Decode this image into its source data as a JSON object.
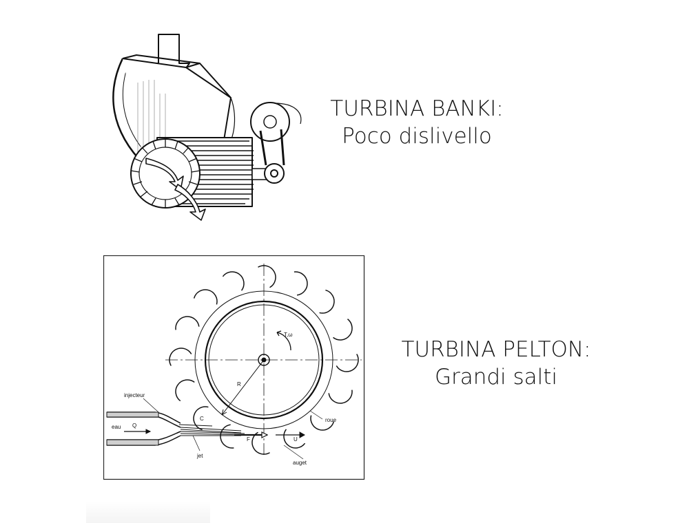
{
  "banki": {
    "title": "TURBINA BANKI:",
    "subtitle": "Poco dislivello"
  },
  "pelton": {
    "title": "TURBINA PELTON:",
    "subtitle": "Grandi salti",
    "labels": {
      "injecteur": "injecteur",
      "eau": "eau",
      "q": "Q",
      "c": "C",
      "f": "F",
      "u": "U",
      "r": "R",
      "torque": "T,ω",
      "roue": "roue",
      "jet": "jet",
      "auget": "auget"
    }
  }
}
